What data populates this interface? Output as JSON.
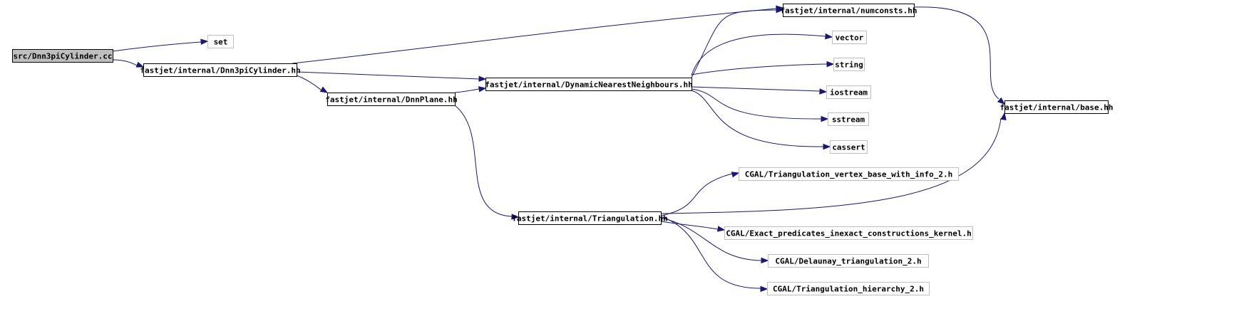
{
  "colors": {
    "edge": "#191970",
    "root_fill": "#bfbfbf",
    "root_border": "#000000",
    "documented_border": "#000000",
    "undocumented_border": "#bfbfbf",
    "node_fill": "#ffffff",
    "text": "#000000"
  },
  "nodes": [
    {
      "id": "root",
      "label": "src/Dnn3piCylinder.cc",
      "kind": "root"
    },
    {
      "id": "set",
      "label": "set",
      "kind": "external"
    },
    {
      "id": "cyl",
      "label": "fastjet/internal/Dnn3piCylinder.hh",
      "kind": "documented"
    },
    {
      "id": "numconsts",
      "label": "fastjet/internal/numconsts.hh",
      "kind": "documented"
    },
    {
      "id": "dnn",
      "label": "fastjet/internal/DynamicNearestNeighbours.hh",
      "kind": "documented"
    },
    {
      "id": "plane",
      "label": "fastjet/internal/DnnPlane.hh",
      "kind": "documented"
    },
    {
      "id": "vector",
      "label": "vector",
      "kind": "external"
    },
    {
      "id": "string",
      "label": "string",
      "kind": "external"
    },
    {
      "id": "iostream",
      "label": "iostream",
      "kind": "external"
    },
    {
      "id": "sstream",
      "label": "sstream",
      "kind": "external"
    },
    {
      "id": "cassert",
      "label": "cassert",
      "kind": "external"
    },
    {
      "id": "base",
      "label": "fastjet/internal/base.hh",
      "kind": "documented"
    },
    {
      "id": "tri",
      "label": "fastjet/internal/Triangulation.hh",
      "kind": "documented"
    },
    {
      "id": "vbase",
      "label": "CGAL/Triangulation_vertex_base_with_info_2.h",
      "kind": "external"
    },
    {
      "id": "exact",
      "label": "CGAL/Exact_predicates_inexact_constructions_kernel.h",
      "kind": "external"
    },
    {
      "id": "delaunay",
      "label": "CGAL/Delaunay_triangulation_2.h",
      "kind": "external"
    },
    {
      "id": "hier",
      "label": "CGAL/Triangulation_hierarchy_2.h",
      "kind": "external"
    }
  ],
  "edges": [
    {
      "from": "root",
      "to": "set"
    },
    {
      "from": "root",
      "to": "cyl"
    },
    {
      "from": "cyl",
      "to": "numconsts"
    },
    {
      "from": "cyl",
      "to": "dnn"
    },
    {
      "from": "cyl",
      "to": "plane"
    },
    {
      "from": "plane",
      "to": "dnn"
    },
    {
      "from": "plane",
      "to": "tri"
    },
    {
      "from": "dnn",
      "to": "numconsts"
    },
    {
      "from": "dnn",
      "to": "vector"
    },
    {
      "from": "dnn",
      "to": "string"
    },
    {
      "from": "dnn",
      "to": "iostream"
    },
    {
      "from": "dnn",
      "to": "sstream"
    },
    {
      "from": "dnn",
      "to": "cassert"
    },
    {
      "from": "numconsts",
      "to": "base"
    },
    {
      "from": "tri",
      "to": "base"
    },
    {
      "from": "tri",
      "to": "vbase"
    },
    {
      "from": "tri",
      "to": "exact"
    },
    {
      "from": "tri",
      "to": "delaunay"
    },
    {
      "from": "tri",
      "to": "hier"
    }
  ]
}
